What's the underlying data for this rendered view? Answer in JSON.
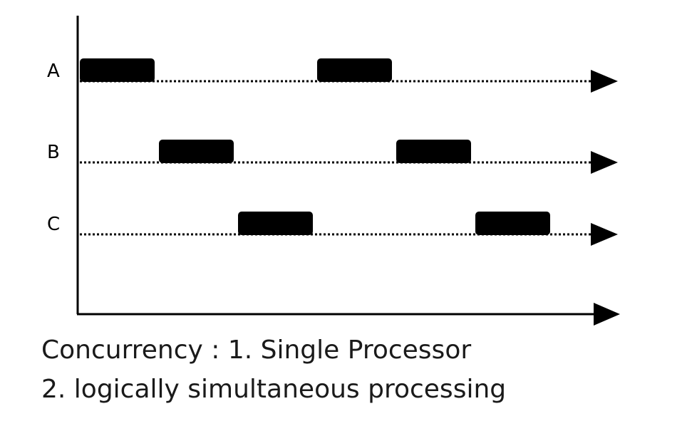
{
  "diagram": {
    "lanes": [
      {
        "label": "A",
        "tasks": [
          {
            "start": 0,
            "end": 1
          },
          {
            "start": 3,
            "end": 4
          }
        ]
      },
      {
        "label": "B",
        "tasks": [
          {
            "start": 1,
            "end": 2
          },
          {
            "start": 4,
            "end": 5
          }
        ]
      },
      {
        "label": "C",
        "tasks": [
          {
            "start": 2,
            "end": 3
          },
          {
            "start": 5,
            "end": 6
          }
        ]
      }
    ],
    "colors": {
      "ink": "#000000",
      "background": "#ffffff"
    }
  },
  "caption": {
    "line1": "Concurrency : 1. Single Processor",
    "line2": "2. logically simultaneous processing"
  }
}
